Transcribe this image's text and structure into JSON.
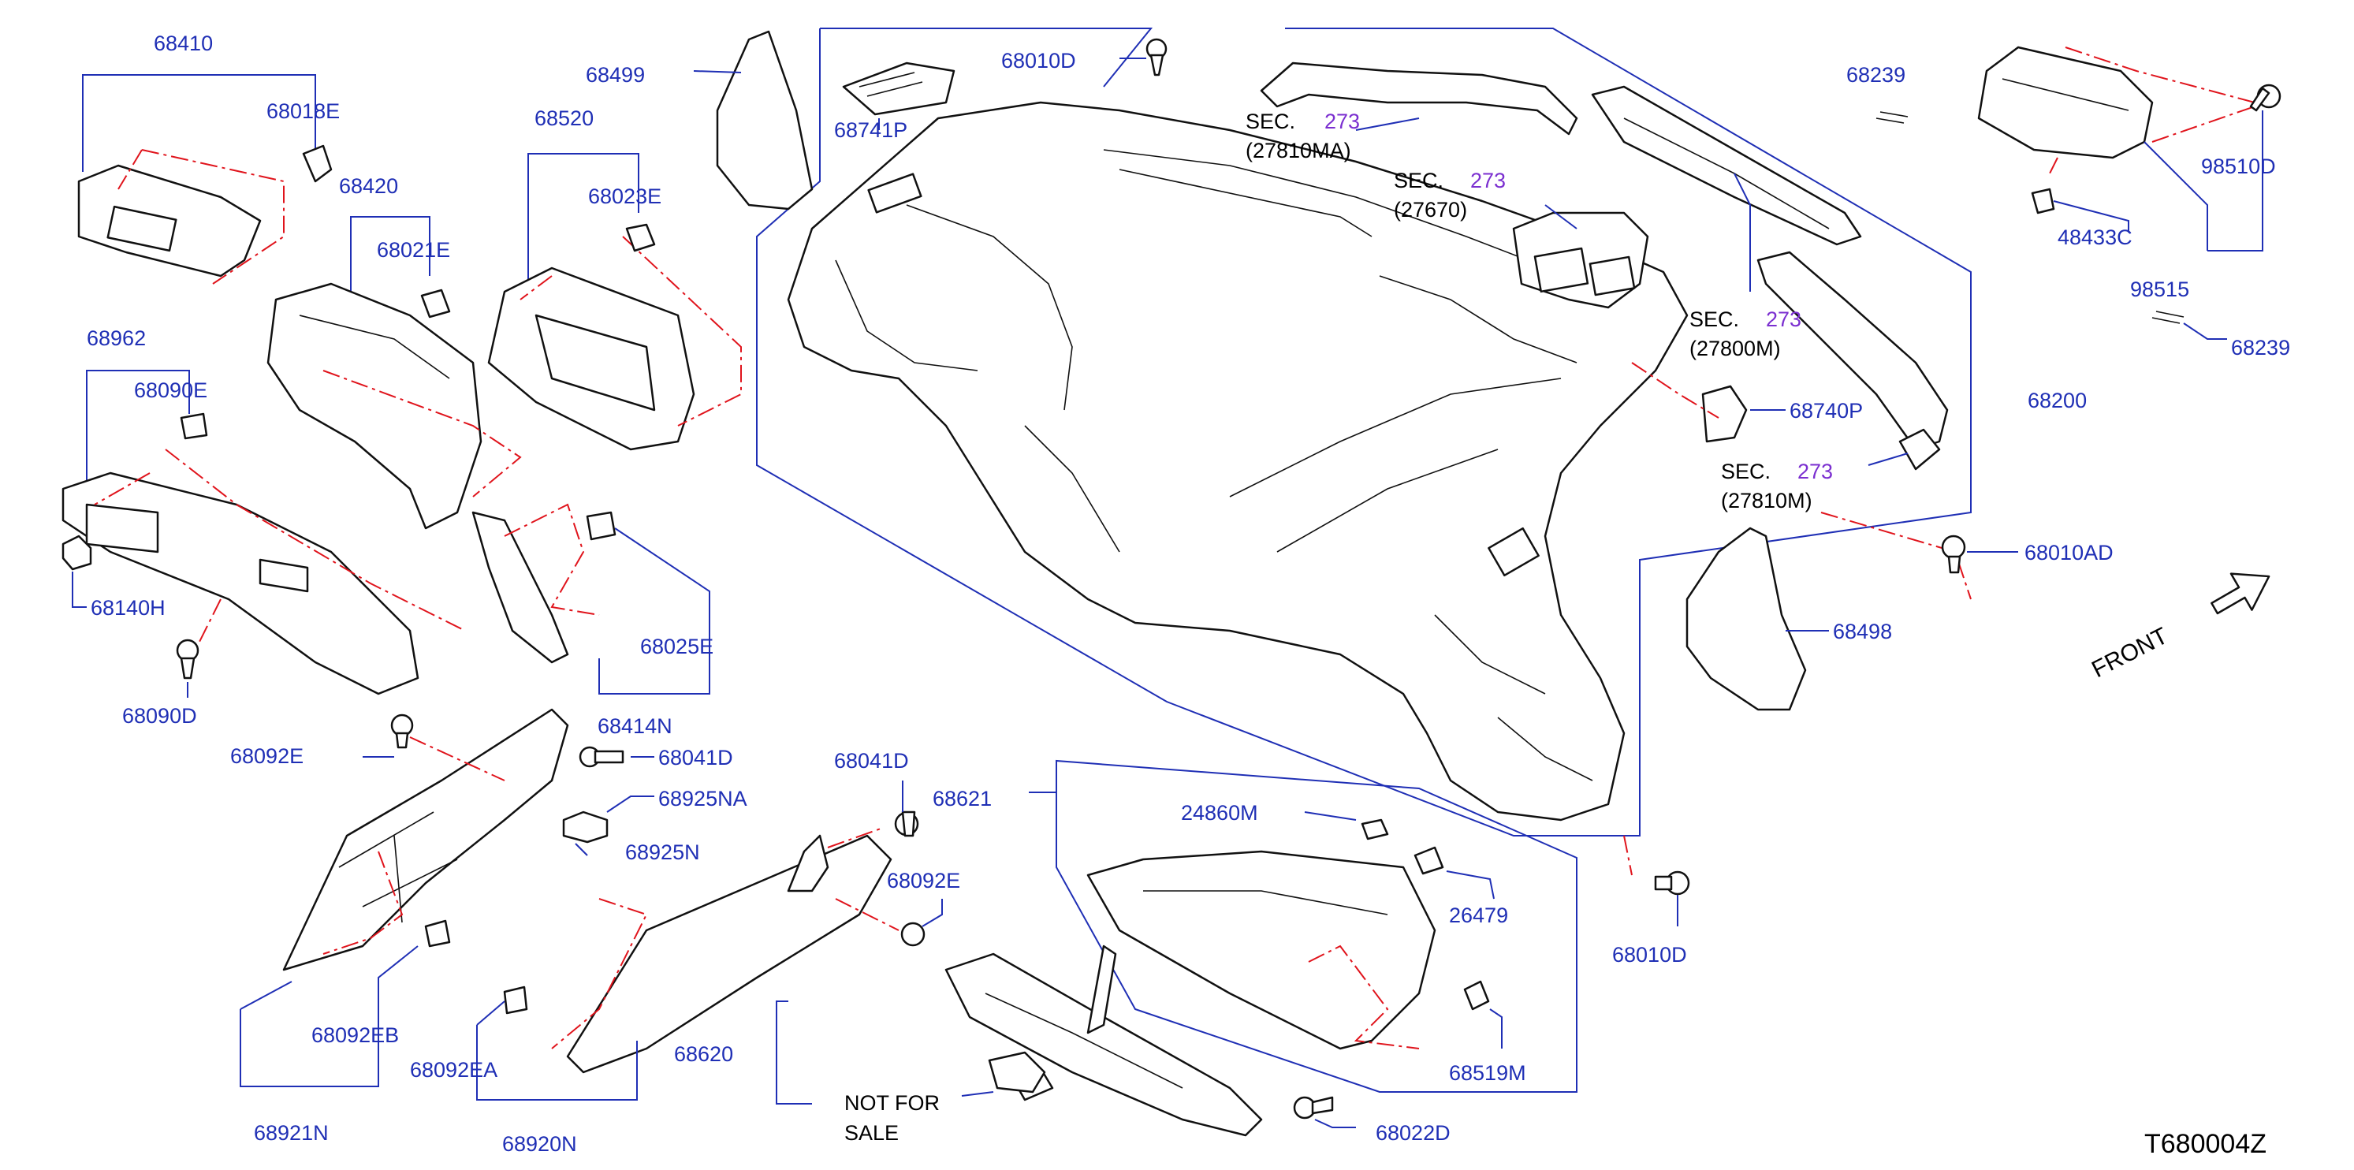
{
  "diagram": {
    "code": "T680004Z",
    "front": "FRONT",
    "not_for_sale": [
      "NOT  FOR",
      "SALE"
    ],
    "colors": {
      "label": "#1f2fb5",
      "dash": "#e0141c",
      "sec": "#7b2fd0"
    },
    "parts": {
      "p68410": "68410",
      "p68018E": "68018E",
      "p68499": "68499",
      "p68741P": "68741P",
      "p68010D_top": "68010D",
      "p68520": "68520",
      "p68023E": "68023E",
      "p68420": "68420",
      "p68021E": "68021E",
      "p68962": "68962",
      "p68090E": "68090E",
      "p68140H": "68140H",
      "p68090D": "68090D",
      "p68025E": "68025E",
      "p68414N": "68414N",
      "p68092E_left": "68092E",
      "p68041D_left": "68041D",
      "p68925NA": "68925NA",
      "p68925N": "68925N",
      "p68041D_mid": "68041D",
      "p68621": "68621",
      "p68092E_mid": "68092E",
      "p68092EB": "68092EB",
      "p68092EA": "68092EA",
      "p68921N": "68921N",
      "p68920N": "68920N",
      "p68620": "68620",
      "p24860M": "24860M",
      "p26479": "26479",
      "p68519M": "68519M",
      "p68022D": "68022D",
      "p68010D_right": "68010D",
      "p68239_top": "68239",
      "p98510D": "98510D",
      "p48433C": "48433C",
      "p98515": "98515",
      "p68239_bottom": "68239",
      "p68740P": "68740P",
      "p68200": "68200",
      "p68010AD": "68010AD",
      "p68498": "68498"
    },
    "sections": [
      {
        "prefix": "SEC.",
        "num": "273",
        "ref": "(27810MA)"
      },
      {
        "prefix": "SEC.",
        "num": "273",
        "ref": "(27670)"
      },
      {
        "prefix": "SEC.",
        "num": "273",
        "ref": "(27800M)"
      },
      {
        "prefix": "SEC.",
        "num": "273",
        "ref": "(27810M)"
      }
    ]
  }
}
